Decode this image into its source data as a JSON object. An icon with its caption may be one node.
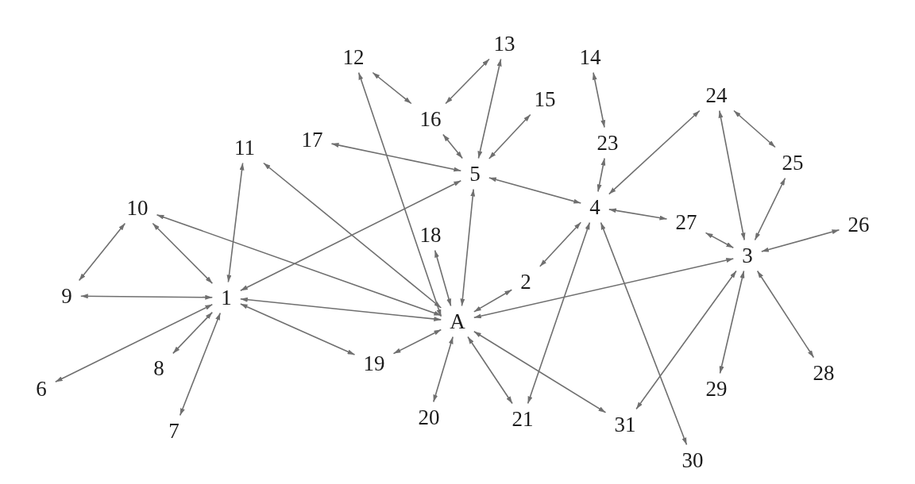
{
  "diagram": {
    "nodes": [
      {
        "text": [
          "A"
        ]
      },
      {
        "text": [
          "1"
        ]
      },
      {
        "text": [
          "2"
        ]
      },
      {
        "text": [
          "3"
        ]
      },
      {
        "text": [
          "4"
        ]
      },
      {
        "text": [
          "5"
        ]
      },
      {
        "text": [
          "6"
        ]
      },
      {
        "text": [
          "7"
        ]
      },
      {
        "text": [
          "8"
        ]
      },
      {
        "text": [
          "9"
        ]
      },
      {
        "text": [
          "10"
        ]
      },
      {
        "text": [
          "11"
        ]
      },
      {
        "text": [
          "12"
        ]
      },
      {
        "text": [
          "13"
        ]
      },
      {
        "text": [
          "14"
        ]
      },
      {
        "text": [
          "15"
        ]
      },
      {
        "text": [
          "16"
        ]
      },
      {
        "text": [
          "17"
        ]
      },
      {
        "text": [
          "18"
        ]
      },
      {
        "text": [
          "19"
        ]
      },
      {
        "text": [
          "20"
        ]
      },
      {
        "text": [
          "21"
        ]
      },
      {
        "text": [
          "23"
        ]
      },
      {
        "text": [
          "24"
        ]
      },
      {
        "text": [
          "25"
        ]
      },
      {
        "text": [
          "26"
        ]
      },
      {
        "text": [
          "27"
        ]
      },
      {
        "text": [
          "28"
        ]
      },
      {
        "text": [
          "29"
        ]
      },
      {
        "text": [
          "30"
        ]
      },
      {
        "text": [
          "31"
        ]
      }
    ],
    "edges": [
      {
        "from": 1,
        "to": 9,
        "arrow": "both"
      },
      {
        "from": 1,
        "to": 10,
        "arrow": "both"
      },
      {
        "from": 9,
        "to": 10,
        "arrow": "both"
      },
      {
        "from": 1,
        "to": 11,
        "arrow": "both"
      },
      {
        "from": 1,
        "to": 6,
        "arrow": "both"
      },
      {
        "from": 1,
        "to": 8,
        "arrow": "both"
      },
      {
        "from": 1,
        "to": 7,
        "arrow": "both"
      },
      {
        "from": 1,
        "to": 5,
        "arrow": "both"
      },
      {
        "from": 0,
        "to": 1,
        "arrow": "both"
      },
      {
        "from": 1,
        "to": 19,
        "arrow": "both"
      },
      {
        "from": 0,
        "to": 10,
        "arrow": "both"
      },
      {
        "from": 0,
        "to": 11,
        "arrow": "both"
      },
      {
        "from": 0,
        "to": 12,
        "arrow": "both"
      },
      {
        "from": 0,
        "to": 18,
        "arrow": "both"
      },
      {
        "from": 0,
        "to": 5,
        "arrow": "both"
      },
      {
        "from": 0,
        "to": 2,
        "arrow": "both"
      },
      {
        "from": 0,
        "to": 3,
        "arrow": "both"
      },
      {
        "from": 0,
        "to": 19,
        "arrow": "both"
      },
      {
        "from": 0,
        "to": 20,
        "arrow": "both"
      },
      {
        "from": 0,
        "to": 21,
        "arrow": "both"
      },
      {
        "from": 0,
        "to": 30,
        "arrow": "both"
      },
      {
        "from": 5,
        "to": 16,
        "arrow": "both"
      },
      {
        "from": 5,
        "to": 13,
        "arrow": "both"
      },
      {
        "from": 5,
        "to": 15,
        "arrow": "both"
      },
      {
        "from": 5,
        "to": 17,
        "arrow": "both"
      },
      {
        "from": 5,
        "to": 4,
        "arrow": "both"
      },
      {
        "from": 16,
        "to": 12,
        "arrow": "both"
      },
      {
        "from": 16,
        "to": 13,
        "arrow": "both"
      },
      {
        "from": 4,
        "to": 22,
        "arrow": "both"
      },
      {
        "from": 4,
        "to": 23,
        "arrow": "both"
      },
      {
        "from": 4,
        "to": 26,
        "arrow": "both"
      },
      {
        "from": 4,
        "to": 2,
        "arrow": "both"
      },
      {
        "from": 4,
        "to": 21,
        "arrow": "both"
      },
      {
        "from": 4,
        "to": 29,
        "arrow": "both"
      },
      {
        "from": 14,
        "to": 22,
        "arrow": "both"
      },
      {
        "from": 3,
        "to": 23,
        "arrow": "both"
      },
      {
        "from": 3,
        "to": 24,
        "arrow": "both"
      },
      {
        "from": 3,
        "to": 26,
        "arrow": "both"
      },
      {
        "from": 3,
        "to": 25,
        "arrow": "both"
      },
      {
        "from": 3,
        "to": 27,
        "arrow": "both"
      },
      {
        "from": 3,
        "to": 28,
        "arrow": "both"
      },
      {
        "from": 3,
        "to": 30,
        "arrow": "both"
      },
      {
        "from": 23,
        "to": 24,
        "arrow": "both"
      }
    ]
  }
}
